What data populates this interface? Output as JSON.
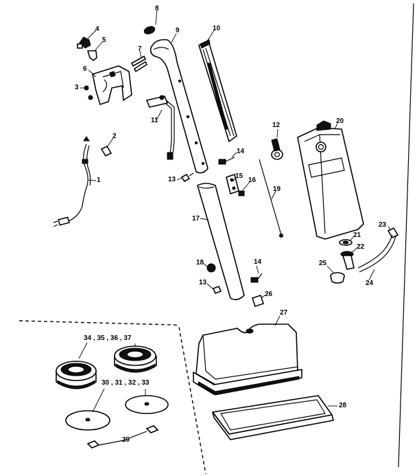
{
  "labels": {
    "p1": "1",
    "p2": "2",
    "p3": "3",
    "p4": "4",
    "p5": "5",
    "p6": "6",
    "p7": "7",
    "p8": "8",
    "p9": "9",
    "p10": "10",
    "p11": "11",
    "p12": "12",
    "p13a": "13",
    "p13b": "13",
    "p14a": "14",
    "p14b": "14",
    "p15": "15",
    "p16": "16",
    "p17": "17",
    "p18": "18",
    "p19": "19",
    "p20": "20",
    "p21": "21",
    "p22": "22",
    "p23": "23",
    "p24": "24",
    "p25": "25",
    "p26": "26",
    "p27": "27",
    "p28": "28",
    "p29": "29",
    "p30_33": "30 , 31 , 32 , 33",
    "p34_37": "34 , 35 , 36 , 37"
  }
}
